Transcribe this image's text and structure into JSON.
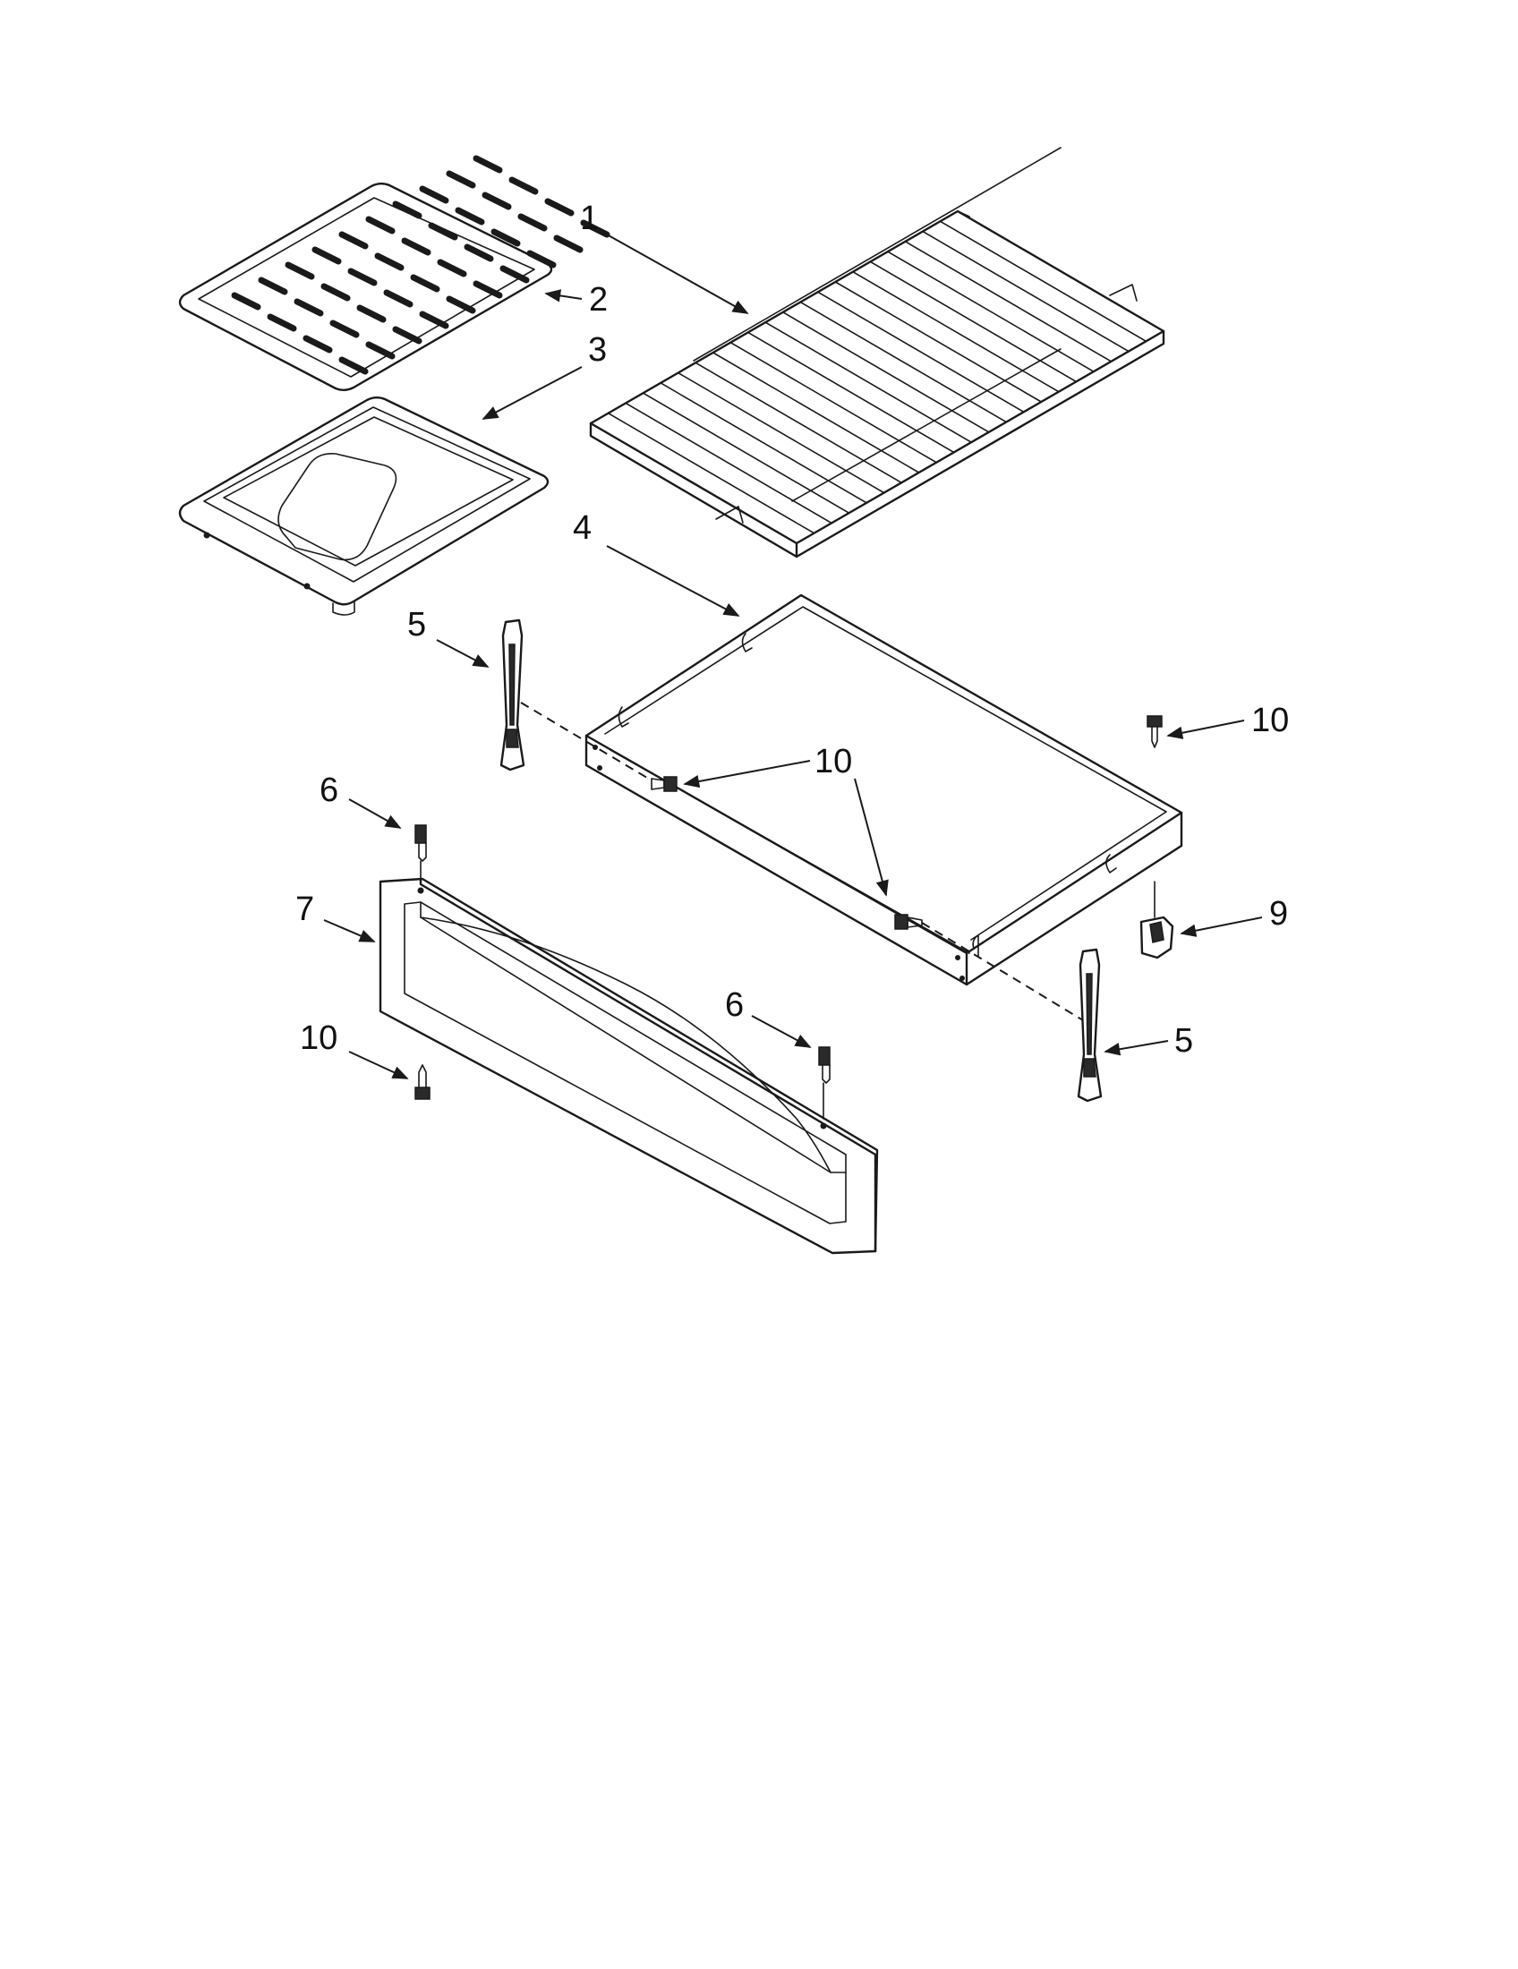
{
  "diagram": {
    "type": "exploded-parts-view",
    "callouts": [
      {
        "id": "c1",
        "label": "1"
      },
      {
        "id": "c2",
        "label": "2"
      },
      {
        "id": "c3",
        "label": "3"
      },
      {
        "id": "c4",
        "label": "4"
      },
      {
        "id": "c5a",
        "label": "5"
      },
      {
        "id": "c5b",
        "label": "5"
      },
      {
        "id": "c6a",
        "label": "6"
      },
      {
        "id": "c6b",
        "label": "6"
      },
      {
        "id": "c7",
        "label": "7"
      },
      {
        "id": "c9",
        "label": "9"
      },
      {
        "id": "c10a",
        "label": "10"
      },
      {
        "id": "c10b",
        "label": "10"
      },
      {
        "id": "c10c",
        "label": "10"
      }
    ]
  }
}
